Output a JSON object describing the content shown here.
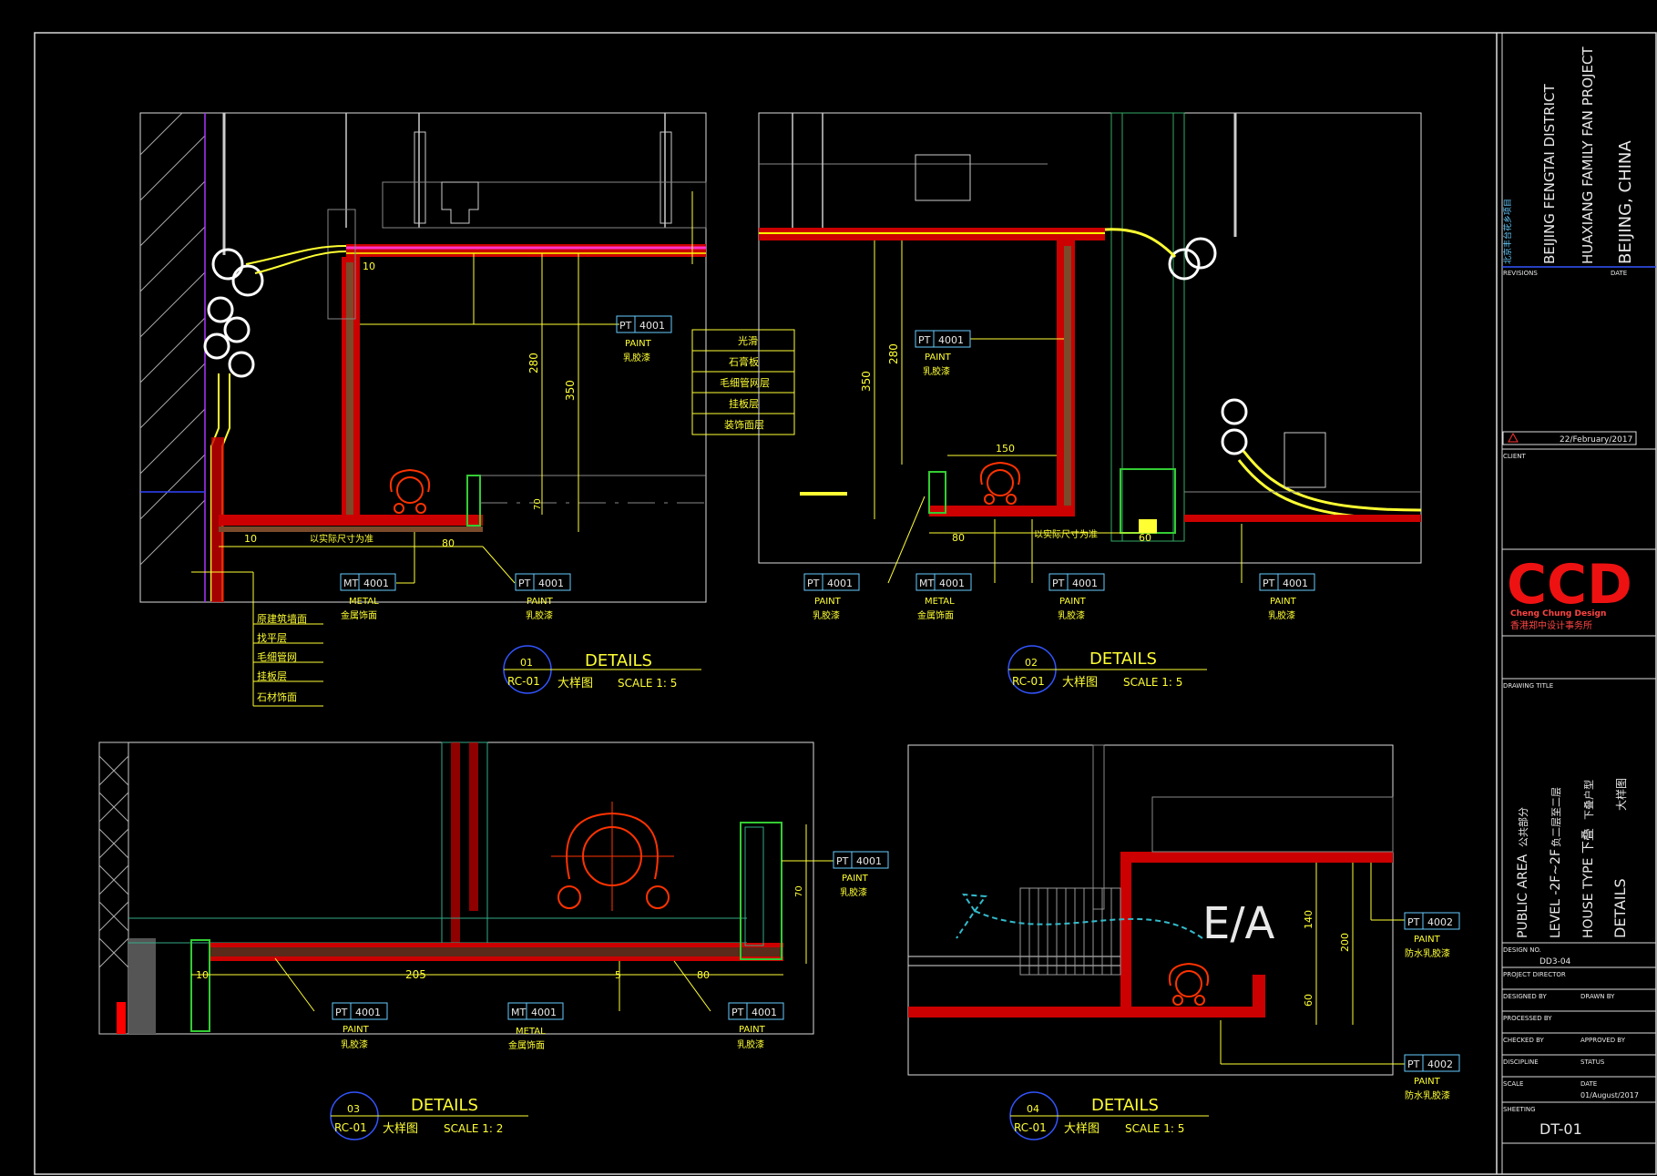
{
  "project": {
    "name_cn": "北京丰台花乡项目",
    "district": "BEIJING FENGTAI DISTRICT",
    "project": "HUAXIANG FAMILY FAN PROJECT",
    "city": "BEIJING, CHINA",
    "revisions": "REVISIONS",
    "date_label": "DATE",
    "rev_date": "22/February/2017",
    "client": "CLIENT"
  },
  "logo": {
    "text": "CCD",
    "sub_en": "Cheng Chung Design",
    "sub_cn": "香港郑中设计事务所"
  },
  "titleblock": {
    "drawing_title": "DRAWING TITLE",
    "area": "PUBLIC AREA",
    "area_cn": "公共部分",
    "level": "LEVEL  -2F~2F",
    "level_cn": "负二层至二层",
    "house": "HOUSE TYPE 下叠",
    "house_cn": "下叠户型",
    "title": "DETAILS",
    "title_cn": "大样图",
    "drawing_no_label": "DESIGN NO.",
    "drawing_no": "DD3-04",
    "project_director": "PROJECT DIRECTOR",
    "designed_by": "DESIGNED BY",
    "drawn_by": "DRAWN BY",
    "processed_by": "PROCESSED BY",
    "checked_by": "CHECKED BY",
    "approved_by": "APPROVED BY",
    "discipline": "DISCIPLINE",
    "status": "STATUS",
    "scale": "SCALE",
    "date": "DATE",
    "date_value": "01/August/2017",
    "sheet_label": "SHEETING",
    "sheet_no": "DT-01"
  },
  "details": [
    {
      "num": "01",
      "ref": "RC-01",
      "title": "DETAILS",
      "cn": "大样图",
      "scale": "SCALE  1:  5"
    },
    {
      "num": "02",
      "ref": "RC-01",
      "title": "DETAILS",
      "cn": "大样图",
      "scale": "SCALE  1:  5"
    },
    {
      "num": "03",
      "ref": "RC-01",
      "title": "DETAILS",
      "cn": "大样图",
      "scale": "SCALE  1:  2"
    },
    {
      "num": "04",
      "ref": "RC-01",
      "title": "DETAILS",
      "cn": "大样图",
      "scale": "SCALE  1:  5"
    }
  ],
  "tags": {
    "pt": "PT",
    "mt": "MT",
    "code": "4001",
    "code2": "4002",
    "paint": "PAINT",
    "paint_cn": "乳胶漆",
    "metal": "METAL",
    "metal_cn": "金属饰面",
    "waterproof_cn": "防水乳胶漆"
  },
  "layers1": [
    "光滑",
    "石膏板",
    "毛细管网层",
    "挂板层",
    "装饰面层"
  ],
  "layers2": [
    "原建筑墙面",
    "找平层",
    "毛细管网",
    "挂板层",
    "石材饰面"
  ],
  "dims": {
    "d280": "280",
    "d350": "350",
    "d70": "70",
    "d10": "10",
    "d80": "80",
    "d150": "150",
    "d60": "60",
    "d205": "205",
    "d5": "5",
    "d140": "140",
    "d200": "200",
    "gap1": "以实际尺寸为准",
    "gap2": "以实际尺寸为准"
  },
  "ea": "E/A"
}
